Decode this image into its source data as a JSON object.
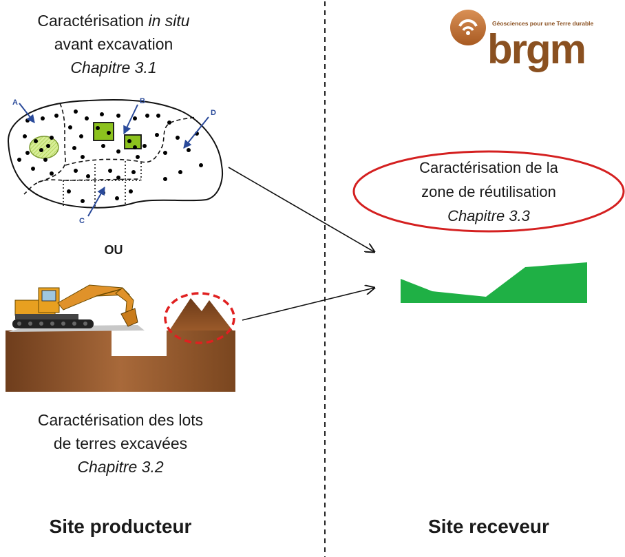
{
  "left_column": {
    "insitu": {
      "line1_prefix": "Caractérisation ",
      "line1_italic": "in situ",
      "line2": "avant excavation",
      "chapter": "Chapitre 3.1"
    },
    "zone_labels": {
      "a": "A",
      "b": "B",
      "c": "C",
      "d": "D"
    },
    "or_label": "OU",
    "lots": {
      "line1": "Caractérisation des lots",
      "line2": "de terres excavées",
      "chapter": "Chapitre 3.2"
    },
    "footer": "Site producteur"
  },
  "right_column": {
    "logo": {
      "tagline": "Géosciences pour une Terre durable",
      "name": "brgm"
    },
    "reuse": {
      "line1": "Caractérisation de la",
      "line2": "zone de réutilisation",
      "chapter": "Chapitre 3.3"
    },
    "footer": "Site receveur"
  },
  "colors": {
    "arrow_blue": "#2a4a9a",
    "highlight_red": "#e02020",
    "receiver_green": "#1fb045",
    "soil_brown": "#9b6235",
    "logo_brown": "#8a5020",
    "logo_orange": "#c8783a"
  }
}
